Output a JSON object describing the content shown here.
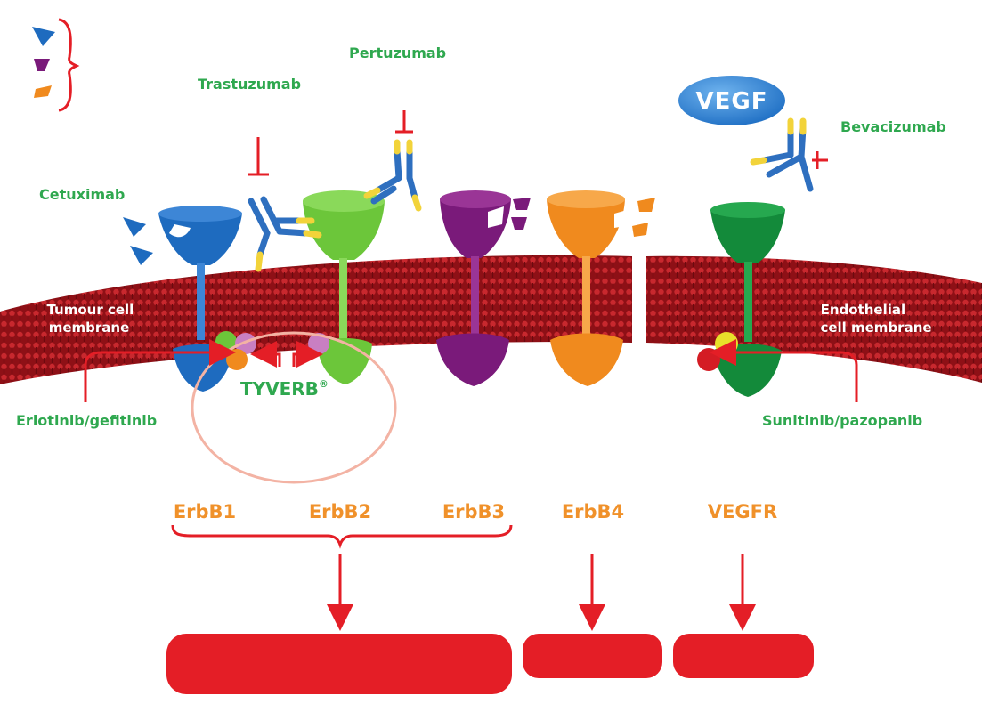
{
  "labels": {
    "cetuximab": "Cetuximab",
    "trastuzumab": "Trastuzumab",
    "pertuzumab": "Pertuzumab",
    "bevacizumab": "Bevacizumab",
    "vegf": "VEGF",
    "tumour_line1": "Tumour cell",
    "tumour_line2": "membrane",
    "endothelial_line1": "Endothelial",
    "endothelial_line2": "cell membrane",
    "tyverb": "TYVERB",
    "tyverb_mark": "®",
    "erlotinib": "Erlotinib/gefitinib",
    "sunitinib": "Sunitinib/pazopanib",
    "erbb1": "ErbB1",
    "erbb2": "ErbB2",
    "erbb3": "ErbB3",
    "erbb4": "ErbB4",
    "vegfr": "VEGFR"
  },
  "colors": {
    "membrane": "#8e1016",
    "membrane_light": "#b8232a",
    "erbb1": "#1e6bbf",
    "erbb2": "#6cc63a",
    "erbb3": "#7a1a7a",
    "erbb4": "#f08a1e",
    "vegfr": "#138a3a",
    "drug_green": "#2fa84f",
    "receptor_label": "#f0912a",
    "arrow_red": "#e41e26",
    "antibody_blue": "#2e6fbf",
    "antibody_yellow": "#f2d33a"
  }
}
